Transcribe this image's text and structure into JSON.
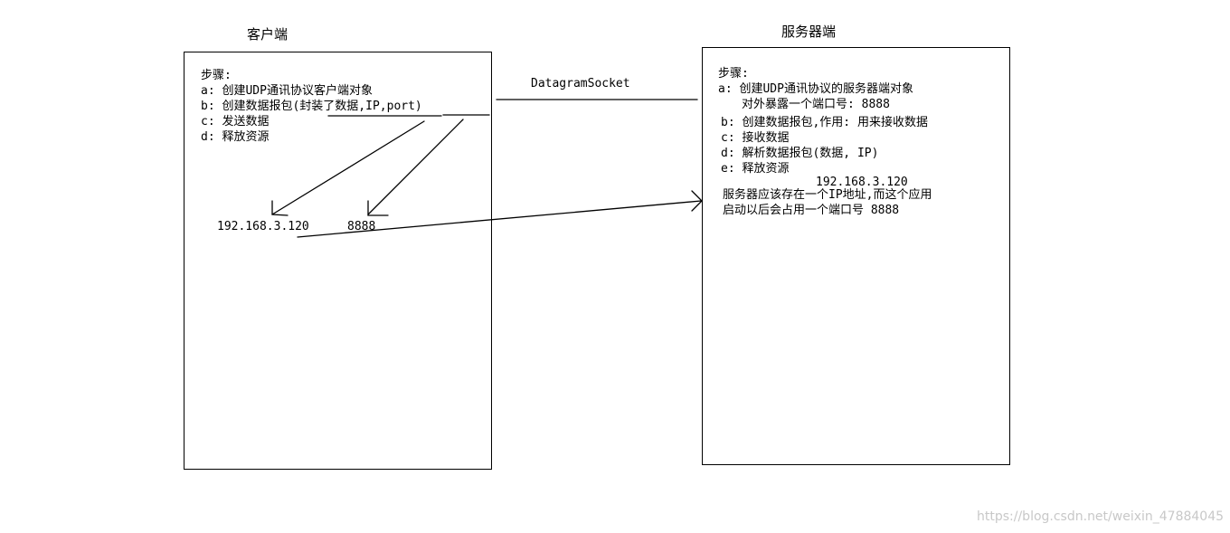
{
  "client": {
    "title": "客户端",
    "steps_header": "步骤:",
    "steps": [
      "a: 创建UDP通讯协议客户端对象",
      "b: 创建数据报包(封装了数据,IP,port)",
      "c: 发送数据",
      "d: 释放资源"
    ],
    "ip": "192.168.3.120",
    "port": "8888"
  },
  "connector": {
    "label": "DatagramSocket"
  },
  "server": {
    "title": "服务器端",
    "steps_header": "步骤:",
    "step_a": "a: 创建UDP通讯协议的服务器端对象",
    "step_a_sub": "对外暴露一个端口号: 8888",
    "step_b": "b: 创建数据报包,作用: 用来接收数据",
    "step_c": "c: 接收数据",
    "step_d": "d: 解析数据报包(数据, IP)",
    "step_e": "e: 释放资源",
    "ip": "192.168.3.120",
    "note_line1": "服务器应该存在一个IP地址,而这个应用",
    "note_line2": "启动以后会占用一个端口号 8888"
  },
  "watermark": "https://blog.csdn.net/weixin_47884045"
}
